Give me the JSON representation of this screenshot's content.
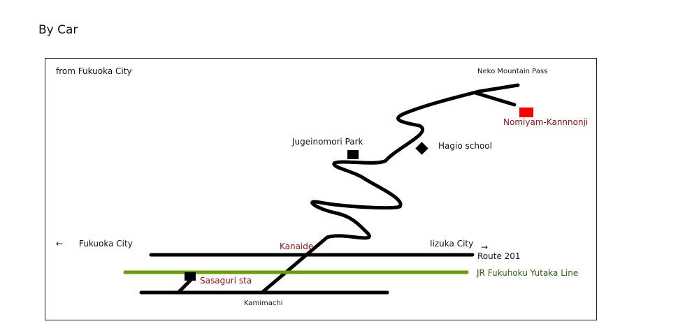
{
  "page": {
    "heading": "By Car"
  },
  "map": {
    "colors": {
      "road": "#000000",
      "rail": "#6b9a0c",
      "temple": "#ff0000",
      "red_text": "#8b1010",
      "green_text": "#2e5b12",
      "text": "#111111"
    },
    "labels": {
      "from": "from Fukuoka City",
      "pass": "Neko Mountain Pass",
      "temple": "Nomiyam-Kannnonji",
      "park": "Jugeinomori Park",
      "school": "Hagio school",
      "fukuoka_arrow": "←",
      "fukuoka": "Fukuoka City",
      "kanaide": "Kanaide",
      "iizuka": "Iizuka City",
      "iizuka_arrow": "→",
      "route": "Route 201",
      "rail_line": "JR Fukuhoku Yutaka Line",
      "station": "Sasaguri sta",
      "kamimachi": "Kamimachi"
    }
  }
}
